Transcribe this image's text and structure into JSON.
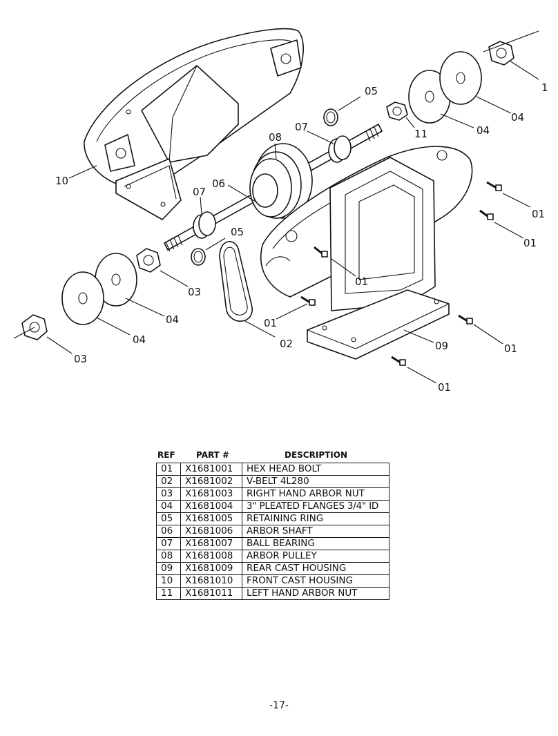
{
  "diagram": {
    "callouts": [
      "1",
      "05",
      "07",
      "08",
      "11",
      "04",
      "04",
      "10",
      "06",
      "07",
      "01",
      "05",
      "01",
      "01",
      "03",
      "04",
      "01",
      "02",
      "09",
      "01",
      "04",
      "03",
      "01"
    ]
  },
  "table": {
    "headers": {
      "ref": "REF",
      "part": "PART #",
      "description": "DESCRIPTION"
    },
    "rows": [
      {
        "ref": "01",
        "part": "X1681001",
        "description": "HEX HEAD BOLT"
      },
      {
        "ref": "02",
        "part": "X1681002",
        "description": "V-BELT 4L280"
      },
      {
        "ref": "03",
        "part": "X1681003",
        "description": "RIGHT HAND ARBOR NUT"
      },
      {
        "ref": "04",
        "part": "X1681004",
        "description": "3\" PLEATED FLANGES 3/4\" ID"
      },
      {
        "ref": "05",
        "part": "X1681005",
        "description": "RETAINING RING"
      },
      {
        "ref": "06",
        "part": "X1681006",
        "description": "ARBOR SHAFT"
      },
      {
        "ref": "07",
        "part": "X1681007",
        "description": "BALL BEARING"
      },
      {
        "ref": "08",
        "part": "X1681008",
        "description": "ARBOR PULLEY"
      },
      {
        "ref": "09",
        "part": "X1681009",
        "description": "REAR CAST HOUSING"
      },
      {
        "ref": "10",
        "part": "X1681010",
        "description": "FRONT CAST HOUSING"
      },
      {
        "ref": "11",
        "part": "X1681011",
        "description": "LEFT HAND ARBOR NUT"
      }
    ]
  },
  "page": {
    "number": "-17-"
  }
}
